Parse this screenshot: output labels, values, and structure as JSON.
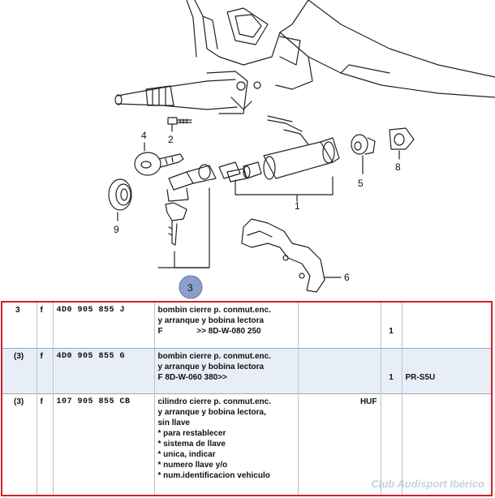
{
  "diagram": {
    "callouts": [
      "1",
      "2",
      "3",
      "4",
      "5",
      "6",
      "8",
      "9"
    ],
    "highlight_callout": "3",
    "highlight_color": "#8aa0c8"
  },
  "table": {
    "border_color": "#d0202a",
    "rows": [
      {
        "pos": "3",
        "flag": "f",
        "part": "4D0  905  855  J",
        "desc": [
          "bombin cierre p. conmut.enc.",
          "y arranque y bobina lectora",
          "F               >> 8D-W-080 250"
        ],
        "unit": "",
        "qty": "1",
        "code": ""
      },
      {
        "pos": "(3)",
        "flag": "f",
        "part": "4D0  905  855  G",
        "desc": [
          "bombin cierre p. conmut.enc.",
          "y arranque y bobina lectora",
          "F 8D-W-060 380>>"
        ],
        "unit": "",
        "qty": "1",
        "code": "PR-S5U"
      },
      {
        "pos": "(3)",
        "flag": "f",
        "part": "107  905  855  CB",
        "desc": [
          "cilindro cierre p. conmut.enc.",
          "y arranque y bobina lectora,",
          "sin llave",
          "* para restablecer",
          "* sistema de llave",
          "* unica, indicar",
          "* numero llave y/o",
          "* num.identificacion vehiculo"
        ],
        "unit": "HUF",
        "qty": "",
        "code": ""
      }
    ]
  },
  "watermark": "Club Audisport Ibérico"
}
